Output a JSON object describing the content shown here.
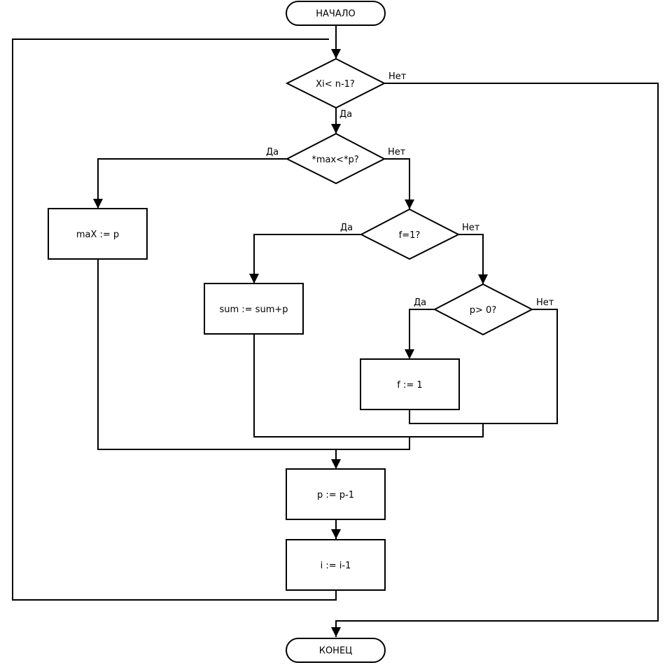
{
  "nodes": {
    "start": "НАЧАЛО",
    "cond_x": "Xi< n-1?",
    "cond_max": "*max<*p?",
    "assign_max": "maX := p",
    "cond_f1": "f=1?",
    "assign_sum": "sum := sum+p",
    "cond_p": "p> 0?",
    "assign_f": "f := 1",
    "assign_p": "p := p-1",
    "assign_i": "i := i-1",
    "end": "КОНЕЦ"
  },
  "edges": {
    "cond_x_no": "Нет",
    "cond_x_yes": "Да",
    "cond_max_yes": "Да",
    "cond_max_no": "Нет",
    "cond_f1_yes": "Да",
    "cond_f1_no": "Нет",
    "cond_p_yes": "Да",
    "cond_p_no": "Нет"
  }
}
